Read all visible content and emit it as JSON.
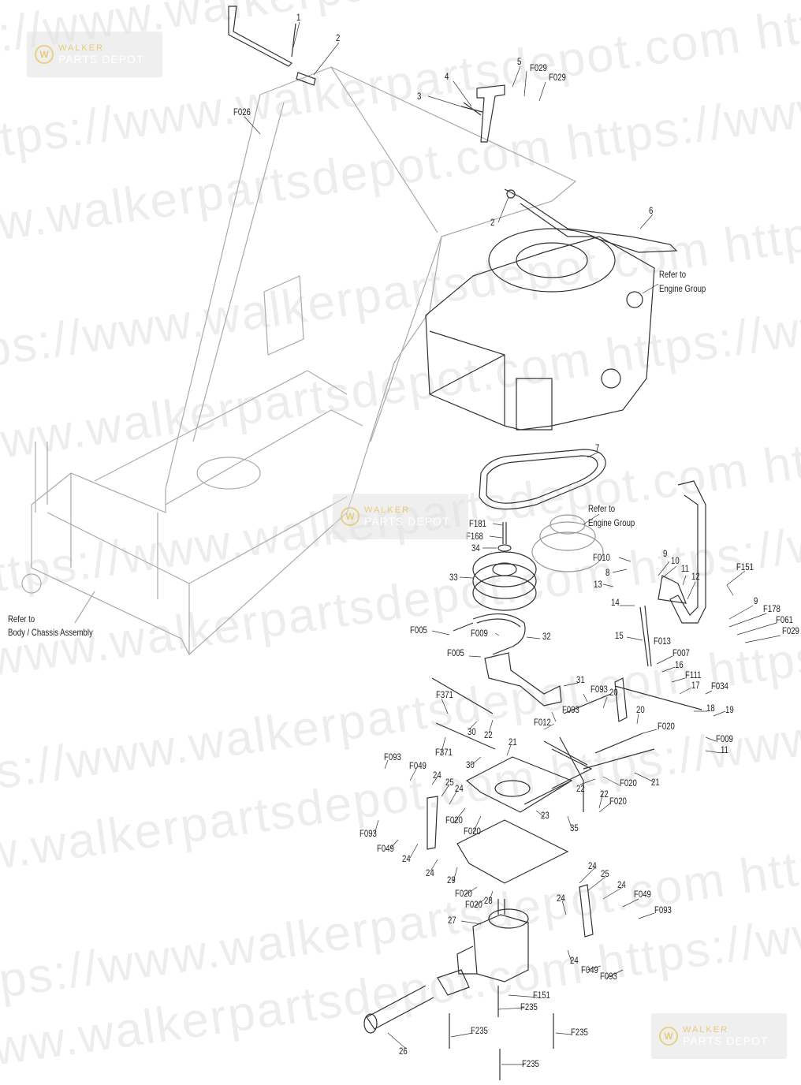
{
  "watermark": {
    "url_text": "https://www.walkerpartsdepot.com",
    "logo_line1": "WALKER",
    "logo_line2": "PARTS DEPOT",
    "logo_mark": "W"
  },
  "callouts": [
    "1",
    "2",
    "3",
    "4",
    "5",
    "F029",
    "F029",
    "F026",
    "2",
    "6",
    "Refer to",
    "Engine Group",
    "7",
    "Refer to",
    "Engine Group",
    "F181",
    "F168",
    "34",
    "33",
    "F010",
    "8",
    "13",
    "9",
    "10",
    "11",
    "12",
    "F151",
    "14",
    "9",
    "F178",
    "F061",
    "F029",
    "F005",
    "F009",
    "32",
    "15",
    "F013",
    "F005",
    "F007",
    "16",
    "F111",
    "31",
    "17",
    "F034",
    "F093",
    "20",
    "F371",
    "18",
    "19",
    "F093",
    "20",
    "F012",
    "30",
    "22",
    "F020",
    "F009",
    "21",
    "F371",
    "11",
    "30",
    "F093",
    "F049",
    "21",
    "24",
    "F020",
    "25",
    "22",
    "24",
    "22",
    "F020",
    "F020",
    "23",
    "F020",
    "35",
    "F093",
    "F049",
    "24",
    "24",
    "29",
    "24",
    "25",
    "24",
    "F020",
    "F049",
    "F020",
    "28",
    "24",
    "F093",
    "27",
    "24",
    "F049",
    "F093",
    "F151",
    "F235",
    "F235",
    "F235",
    "26",
    "F235",
    "Refer to",
    "Body / Chassis Assembly"
  ],
  "colors": {
    "line": "#333333",
    "ghost": "#bdbdbd",
    "logo_gold": "#e6c86e"
  }
}
